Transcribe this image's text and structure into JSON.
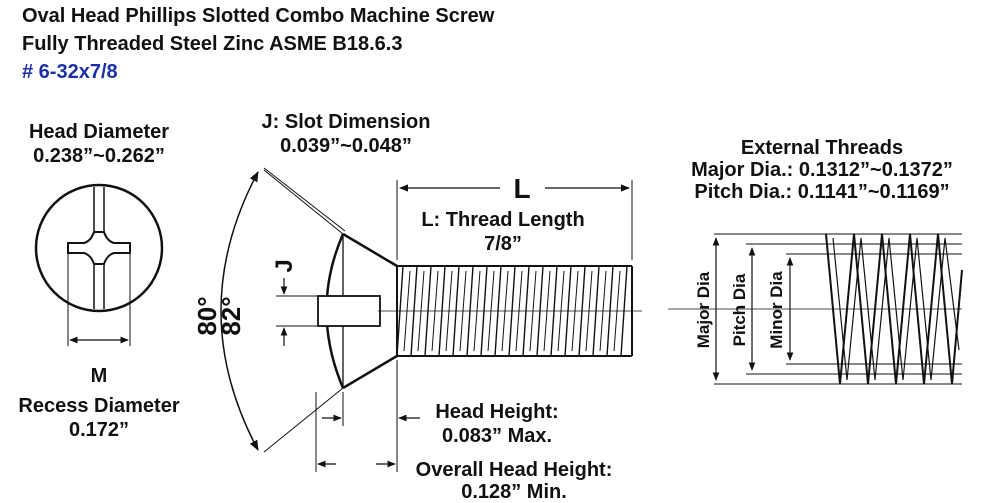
{
  "title": {
    "line1": "Oval Head Phillips Slotted Combo Machine Screw",
    "line2": "Fully Threaded Steel Zinc ASME B18.6.3",
    "size": "# 6-32x7/8"
  },
  "head_diameter": {
    "label": "Head Diameter",
    "value": "0.238”~0.262”"
  },
  "slot": {
    "label": "J: Slot Dimension",
    "value": "0.039”~0.048”",
    "letter": "J"
  },
  "length": {
    "letter": "L",
    "label": "L: Thread Length",
    "value": "7/8”"
  },
  "angles": {
    "a1": "80°",
    "a2": "82°"
  },
  "recess": {
    "letter": "M",
    "label": "Recess Diameter",
    "value": "0.172”"
  },
  "head_height": {
    "label": "Head Height:",
    "value": "0.083” Max."
  },
  "overall_head_height": {
    "label": "Overall Head Height:",
    "value": "0.128” Min."
  },
  "external_threads": {
    "title": "External Threads",
    "major": "Major Dia.: 0.1312”~0.1372”",
    "pitch": "Pitch  Dia.: 0.1141”~0.1169”",
    "major_label": "Major Dia",
    "pitch_label": "Pitch Dia",
    "minor_label": "Minor Dia"
  }
}
